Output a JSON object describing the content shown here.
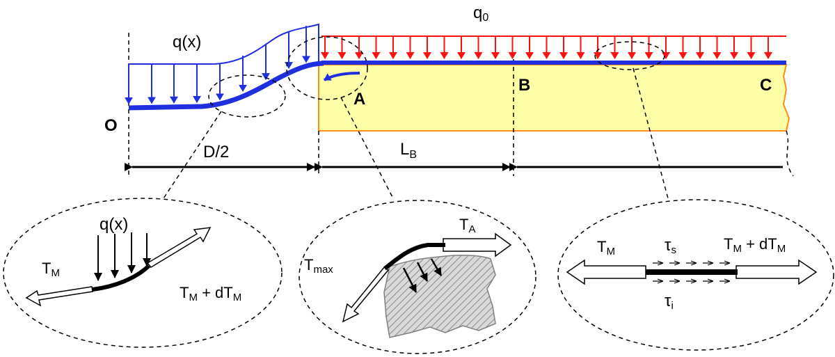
{
  "labels": {
    "origin": "O",
    "point_a": "A",
    "point_b": "B",
    "point_c": "C",
    "q_x": "q(x)",
    "q0": "q",
    "q0_sub": "0",
    "dim_d2": "D/2",
    "dim_lb": "L",
    "dim_lb_sub": "B"
  },
  "inset_left": {
    "q_x": "q(x)",
    "t_m": "T",
    "t_m_sub": "M",
    "t_m_dt_a": "T",
    "t_m_dt_sub_a": "M",
    "t_m_dt_plus": " + dT",
    "t_m_dt_sub_b": "M"
  },
  "inset_middle": {
    "t_a": "T",
    "t_a_sub": "A",
    "t_max": "T",
    "t_max_sub": "max"
  },
  "inset_right": {
    "t_m": "T",
    "t_m_sub": "M",
    "t_m_dt_a": "T",
    "t_m_dt_sub_a": "M",
    "t_m_dt_plus": " + dT",
    "t_m_dt_sub_b": "M",
    "tau_s": "τ",
    "tau_s_sub": "s",
    "tau_i": "τ",
    "tau_i_sub": "i"
  },
  "colors": {
    "cable_blue": "#1f2fe0",
    "load_red": "#ff1010",
    "ground_fill": "#ffffa8",
    "ground_edge": "#ff8c1a",
    "hatch_gray": "#8a8a8a"
  }
}
